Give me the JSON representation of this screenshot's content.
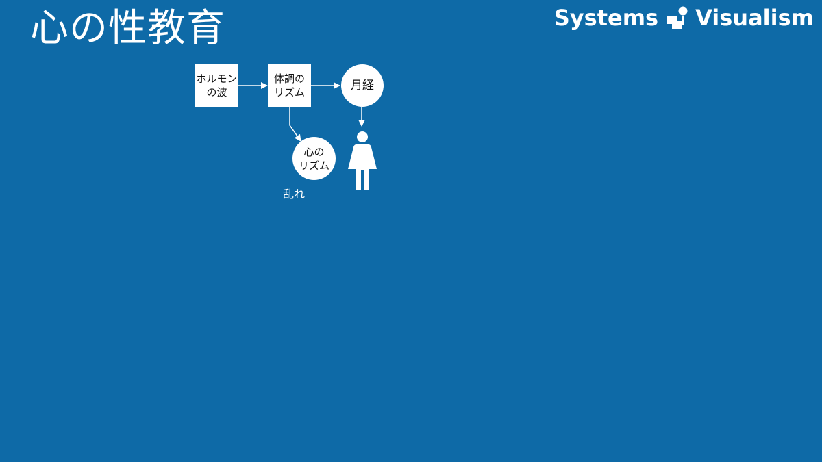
{
  "slide": {
    "title": "心の性教育"
  },
  "brand": {
    "left": "Systems",
    "right": "Visualism",
    "icon": "systems-visualism-logo-icon"
  },
  "diagram": {
    "nodes": {
      "hormone_wave": {
        "line1": "ホルモン",
        "line2": "の波",
        "shape": "box"
      },
      "body_rhythm": {
        "line1": "体調の",
        "line2": "リズム",
        "shape": "box"
      },
      "menstruation": {
        "label": "月経",
        "shape": "circle"
      },
      "mind_rhythm": {
        "line1": "心の",
        "line2": "リズム",
        "shape": "circle"
      }
    },
    "note": "乱れ",
    "icons": {
      "woman": "woman-icon"
    }
  },
  "colors": {
    "background": "#0e6aa7",
    "node_fill": "#ffffff",
    "text_on_node": "#111111",
    "text_on_bg": "#ffffff"
  }
}
